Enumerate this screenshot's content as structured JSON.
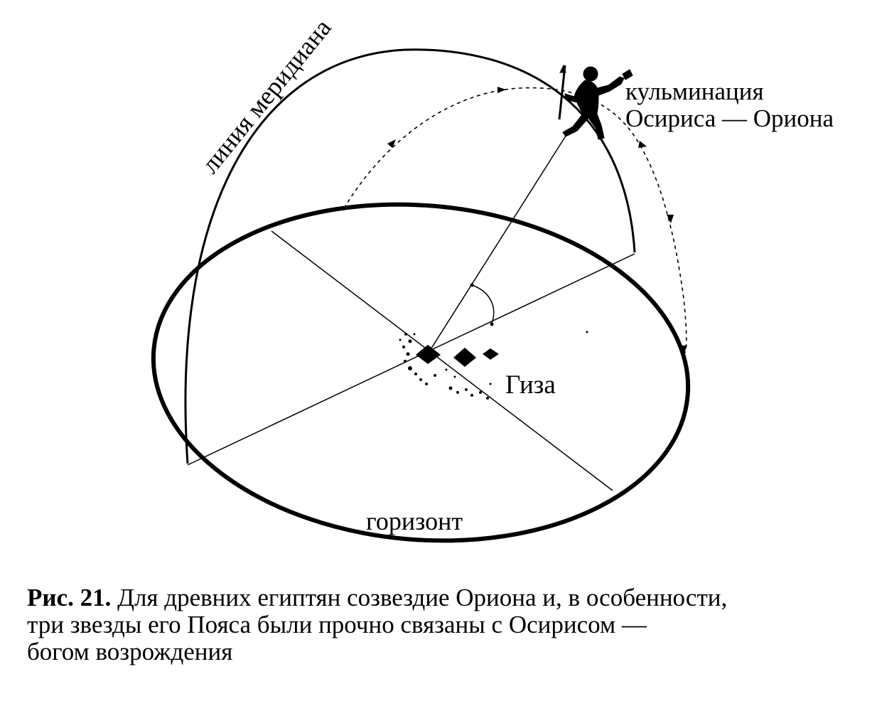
{
  "diagram": {
    "meridian_label": "линия меридиана",
    "culmination_line1": "кульминация",
    "culmination_line2": "Осириса — Ориона",
    "place_label": "Гиза",
    "horizon_label": "горизонт"
  },
  "caption": {
    "figure_number": "Рис. 21.",
    "line1": " Для древних египтян созвездие Ориона и, в особенности,",
    "line2": "три звезды его Пояса были прочно связаны с Осирисом —",
    "line3": "богом возрождения"
  }
}
